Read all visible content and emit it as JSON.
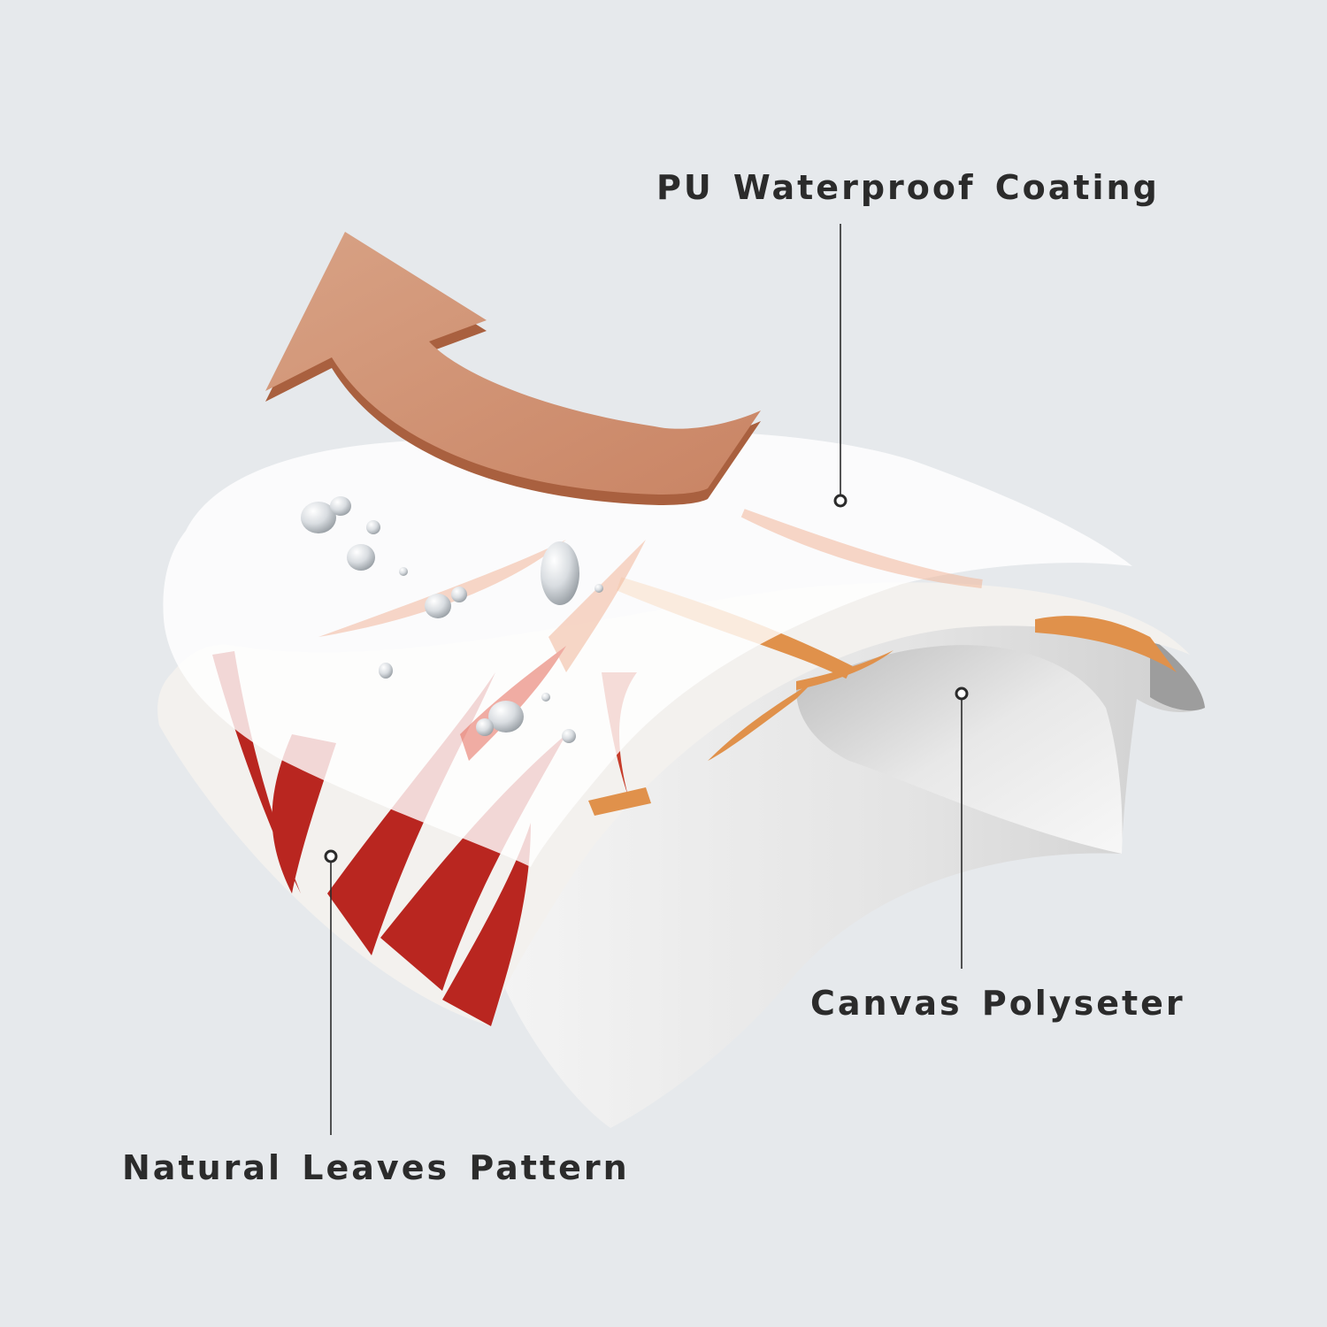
{
  "labels": {
    "coating": "PU Waterproof Coating",
    "canvas": "Canvas Polyseter",
    "pattern": "Natural Leaves Pattern"
  },
  "colors": {
    "background": "#e6e9ec",
    "arrow": "#d2957a",
    "arrow_edge": "#a9603f",
    "leaf_red": "#b92620",
    "leaf_orange": "#e0914b",
    "fabric": "#f3f1ee",
    "coating": "#ffffff",
    "text": "#2b2b2b"
  },
  "icons": [
    "peel-arrow-icon",
    "water-drop-icon",
    "callout-dot-icon"
  ]
}
